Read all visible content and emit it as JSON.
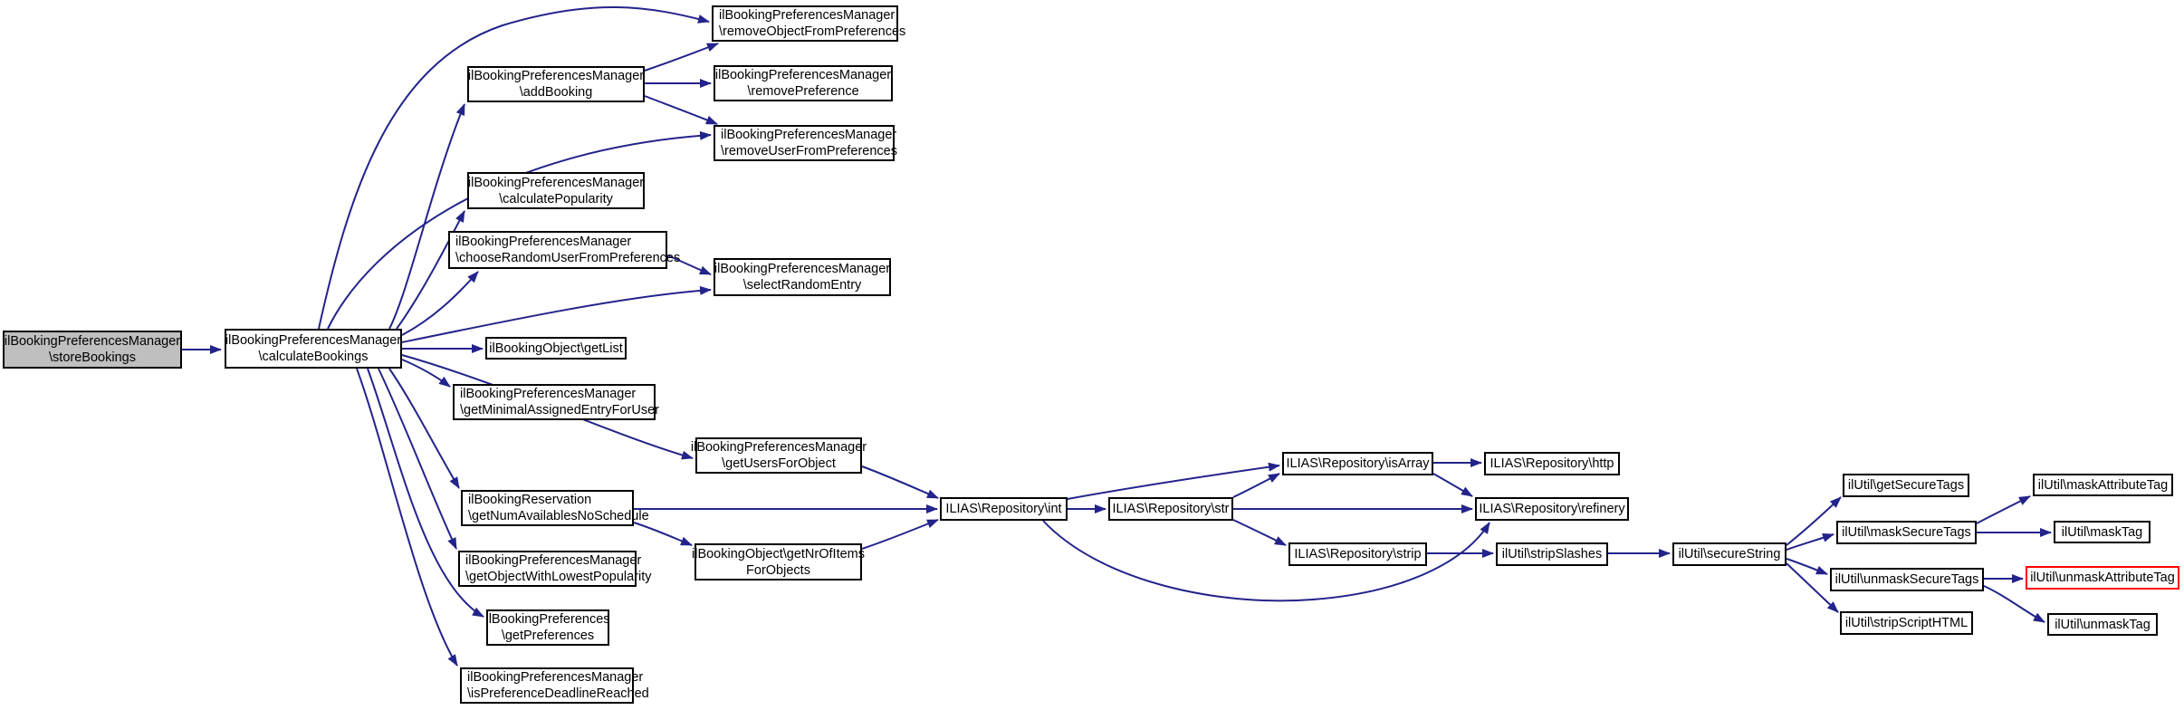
{
  "graph": {
    "type": "doxygen-call-graph",
    "colors": {
      "background": "#ffffff",
      "edge": "#23238b",
      "node_border": "#000000",
      "node_fill": "#ffffff",
      "focus_node_fill": "#bfbfbf",
      "highlight_border": "#ff0000",
      "text": "#000000"
    },
    "nodes": [
      {
        "id": "storeBookings",
        "lines": [
          "ilBookingPreferencesManager",
          "\\storeBookings"
        ]
      },
      {
        "id": "calculateBookings",
        "lines": [
          "ilBookingPreferencesManager",
          "\\calculateBookings"
        ]
      },
      {
        "id": "addBooking",
        "lines": [
          "ilBookingPreferencesManager",
          "\\addBooking"
        ]
      },
      {
        "id": "removeObjectFromPreferences",
        "lines": [
          "ilBookingPreferencesManager",
          "\\removeObjectFromPreferences"
        ]
      },
      {
        "id": "removePreference",
        "lines": [
          "ilBookingPreferencesManager",
          "\\removePreference"
        ]
      },
      {
        "id": "removeUserFromPreferences",
        "lines": [
          "ilBookingPreferencesManager",
          "\\removeUserFromPreferences"
        ]
      },
      {
        "id": "calculatePopularity",
        "lines": [
          "ilBookingPreferencesManager",
          "\\calculatePopularity"
        ]
      },
      {
        "id": "chooseRandomUserFromPreferences",
        "lines": [
          "ilBookingPreferencesManager",
          "\\chooseRandomUserFromPreferences"
        ]
      },
      {
        "id": "selectRandomEntry",
        "lines": [
          "ilBookingPreferencesManager",
          "\\selectRandomEntry"
        ]
      },
      {
        "id": "getList",
        "lines": [
          "ilBookingObject\\getList"
        ]
      },
      {
        "id": "getMinimalAssignedEntryForUser",
        "lines": [
          "ilBookingPreferencesManager",
          "\\getMinimalAssignedEntryForUser"
        ]
      },
      {
        "id": "getUsersForObject",
        "lines": [
          "ilBookingPreferencesManager",
          "\\getUsersForObject"
        ]
      },
      {
        "id": "getNumAvailablesNoSchedule",
        "lines": [
          "ilBookingReservation",
          "\\getNumAvailablesNoSchedule"
        ]
      },
      {
        "id": "getNrOfItemsForObjects",
        "lines": [
          "ilBookingObject\\getNrOfItems",
          "ForObjects"
        ]
      },
      {
        "id": "getObjectWithLowestPopularity",
        "lines": [
          "ilBookingPreferencesManager",
          "\\getObjectWithLowestPopularity"
        ]
      },
      {
        "id": "getPreferences",
        "lines": [
          "ilBookingPreferences",
          "\\getPreferences"
        ]
      },
      {
        "id": "isPreferenceDeadlineReached",
        "lines": [
          "ilBookingPreferencesManager",
          "\\isPreferenceDeadlineReached"
        ]
      },
      {
        "id": "int",
        "lines": [
          "ILIAS\\Repository\\int"
        ]
      },
      {
        "id": "str",
        "lines": [
          "ILIAS\\Repository\\str"
        ]
      },
      {
        "id": "isArray",
        "lines": [
          "ILIAS\\Repository\\isArray"
        ]
      },
      {
        "id": "http",
        "lines": [
          "ILIAS\\Repository\\http"
        ]
      },
      {
        "id": "refinery",
        "lines": [
          "ILIAS\\Repository\\refinery"
        ]
      },
      {
        "id": "strip",
        "lines": [
          "ILIAS\\Repository\\strip"
        ]
      },
      {
        "id": "stripSlashes",
        "lines": [
          "ilUtil\\stripSlashes"
        ]
      },
      {
        "id": "secureString",
        "lines": [
          "ilUtil\\secureString"
        ]
      },
      {
        "id": "getSecureTags",
        "lines": [
          "ilUtil\\getSecureTags"
        ]
      },
      {
        "id": "maskSecureTags",
        "lines": [
          "ilUtil\\maskSecureTags"
        ]
      },
      {
        "id": "unmaskSecureTags",
        "lines": [
          "ilUtil\\unmaskSecureTags"
        ]
      },
      {
        "id": "stripScriptHTML",
        "lines": [
          "ilUtil\\stripScriptHTML"
        ]
      },
      {
        "id": "maskAttributeTag",
        "lines": [
          "ilUtil\\maskAttributeTag"
        ]
      },
      {
        "id": "maskTag",
        "lines": [
          "ilUtil\\maskTag"
        ]
      },
      {
        "id": "unmaskAttributeTag",
        "lines": [
          "ilUtil\\unmaskAttributeTag"
        ]
      },
      {
        "id": "unmaskTag",
        "lines": [
          "ilUtil\\unmaskTag"
        ]
      }
    ],
    "edges": [
      {
        "from": "storeBookings",
        "to": "calculateBookings"
      },
      {
        "from": "calculateBookings",
        "to": "removeObjectFromPreferences"
      },
      {
        "from": "calculateBookings",
        "to": "addBooking"
      },
      {
        "from": "calculateBookings",
        "to": "removeUserFromPreferences"
      },
      {
        "from": "calculateBookings",
        "to": "calculatePopularity"
      },
      {
        "from": "calculateBookings",
        "to": "chooseRandomUserFromPreferences"
      },
      {
        "from": "calculateBookings",
        "to": "selectRandomEntry"
      },
      {
        "from": "calculateBookings",
        "to": "getList"
      },
      {
        "from": "calculateBookings",
        "to": "getMinimalAssignedEntryForUser"
      },
      {
        "from": "calculateBookings",
        "to": "getUsersForObject"
      },
      {
        "from": "calculateBookings",
        "to": "getNumAvailablesNoSchedule"
      },
      {
        "from": "calculateBookings",
        "to": "getObjectWithLowestPopularity"
      },
      {
        "from": "calculateBookings",
        "to": "getPreferences"
      },
      {
        "from": "calculateBookings",
        "to": "isPreferenceDeadlineReached"
      },
      {
        "from": "addBooking",
        "to": "removeObjectFromPreferences"
      },
      {
        "from": "addBooking",
        "to": "removePreference"
      },
      {
        "from": "addBooking",
        "to": "removeUserFromPreferences"
      },
      {
        "from": "chooseRandomUserFromPreferences",
        "to": "selectRandomEntry"
      },
      {
        "from": "getUsersForObject",
        "to": "int"
      },
      {
        "from": "getNumAvailablesNoSchedule",
        "to": "int"
      },
      {
        "from": "getNumAvailablesNoSchedule",
        "to": "getNrOfItemsForObjects"
      },
      {
        "from": "getNrOfItemsForObjects",
        "to": "int"
      },
      {
        "from": "int",
        "to": "str"
      },
      {
        "from": "int",
        "to": "isArray"
      },
      {
        "from": "int",
        "to": "refinery"
      },
      {
        "from": "str",
        "to": "isArray"
      },
      {
        "from": "str",
        "to": "refinery"
      },
      {
        "from": "str",
        "to": "strip"
      },
      {
        "from": "isArray",
        "to": "http"
      },
      {
        "from": "isArray",
        "to": "refinery"
      },
      {
        "from": "strip",
        "to": "stripSlashes"
      },
      {
        "from": "stripSlashes",
        "to": "secureString"
      },
      {
        "from": "secureString",
        "to": "getSecureTags"
      },
      {
        "from": "secureString",
        "to": "maskSecureTags"
      },
      {
        "from": "secureString",
        "to": "unmaskSecureTags"
      },
      {
        "from": "secureString",
        "to": "stripScriptHTML"
      },
      {
        "from": "maskSecureTags",
        "to": "maskAttributeTag"
      },
      {
        "from": "maskSecureTags",
        "to": "maskTag"
      },
      {
        "from": "unmaskSecureTags",
        "to": "unmaskAttributeTag"
      },
      {
        "from": "unmaskSecureTags",
        "to": "unmaskTag"
      }
    ]
  }
}
